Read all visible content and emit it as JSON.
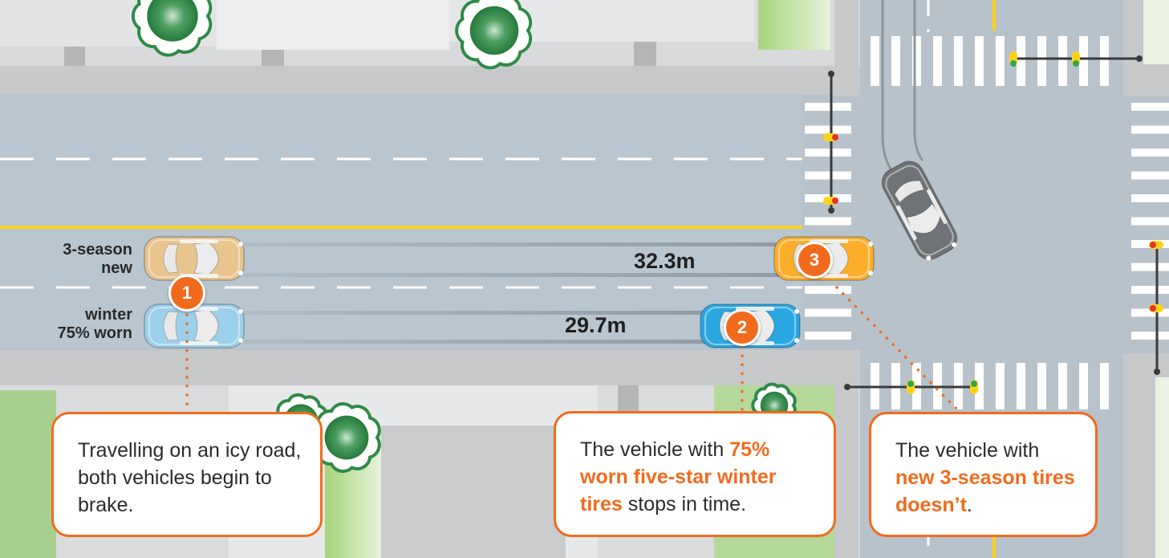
{
  "lanes": {
    "top": {
      "line1": "3-season",
      "line2": "new"
    },
    "bottom": {
      "line1": "winter",
      "line2": "75% worn"
    }
  },
  "distances": {
    "three_season": "32.3m",
    "winter": "29.7m"
  },
  "badges": {
    "one": "1",
    "two": "2",
    "three": "3"
  },
  "callouts": {
    "one": {
      "text": "Travelling on an icy road, both vehicles begin to brake."
    },
    "two": {
      "pre": "The vehicle with ",
      "highlight": "75% worn five-star winter tires",
      "post": " stops in time."
    },
    "three": {
      "pre": "The vehicle with ",
      "highlight": "new 3-season tires doesn’t",
      "post": "."
    }
  },
  "colors": {
    "accent": "#f26b1d",
    "road": "#b9c5cf",
    "sidewalk": "#c9cbcd",
    "yellow_line": "#ffd21a",
    "car_three_season_start": "#e8c48e",
    "car_three_season_end": "#fcae2b",
    "car_winter_start": "#9dd0ea",
    "car_winter_end": "#2aa6e0",
    "car_gray": "#6f7377",
    "tree": "#2e8a47"
  }
}
